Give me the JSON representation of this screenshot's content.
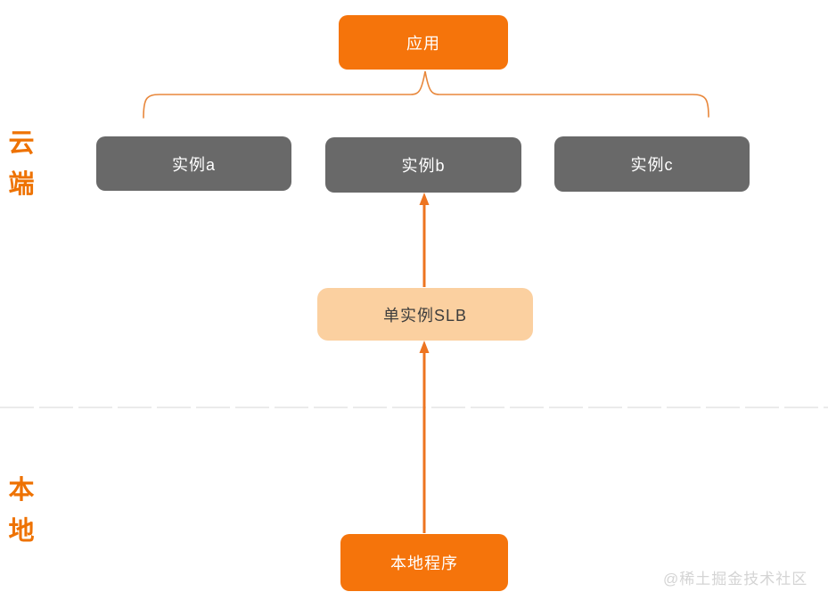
{
  "colors": {
    "orange": "#F5740B",
    "orange_light": "#FBD0A0",
    "gray_node": "#696969",
    "arrow": "#ED7420",
    "brace": "#E8873B",
    "divider": "#EBEBEB",
    "watermark": "#D4D4D4",
    "label_orange": "#EE7202",
    "slb_text": "#3D3D3D"
  },
  "regions": {
    "cloud": {
      "label": "云端"
    },
    "local": {
      "label": "本地"
    }
  },
  "nodes": {
    "app": {
      "label": "应用"
    },
    "instance_a": {
      "label": "实例a"
    },
    "instance_b": {
      "label": "实例b"
    },
    "instance_c": {
      "label": "实例c"
    },
    "slb": {
      "label": "单实例SLB"
    },
    "local_program": {
      "label": "本地程序"
    }
  },
  "watermark": {
    "text": "@稀土掘金技术社区"
  }
}
